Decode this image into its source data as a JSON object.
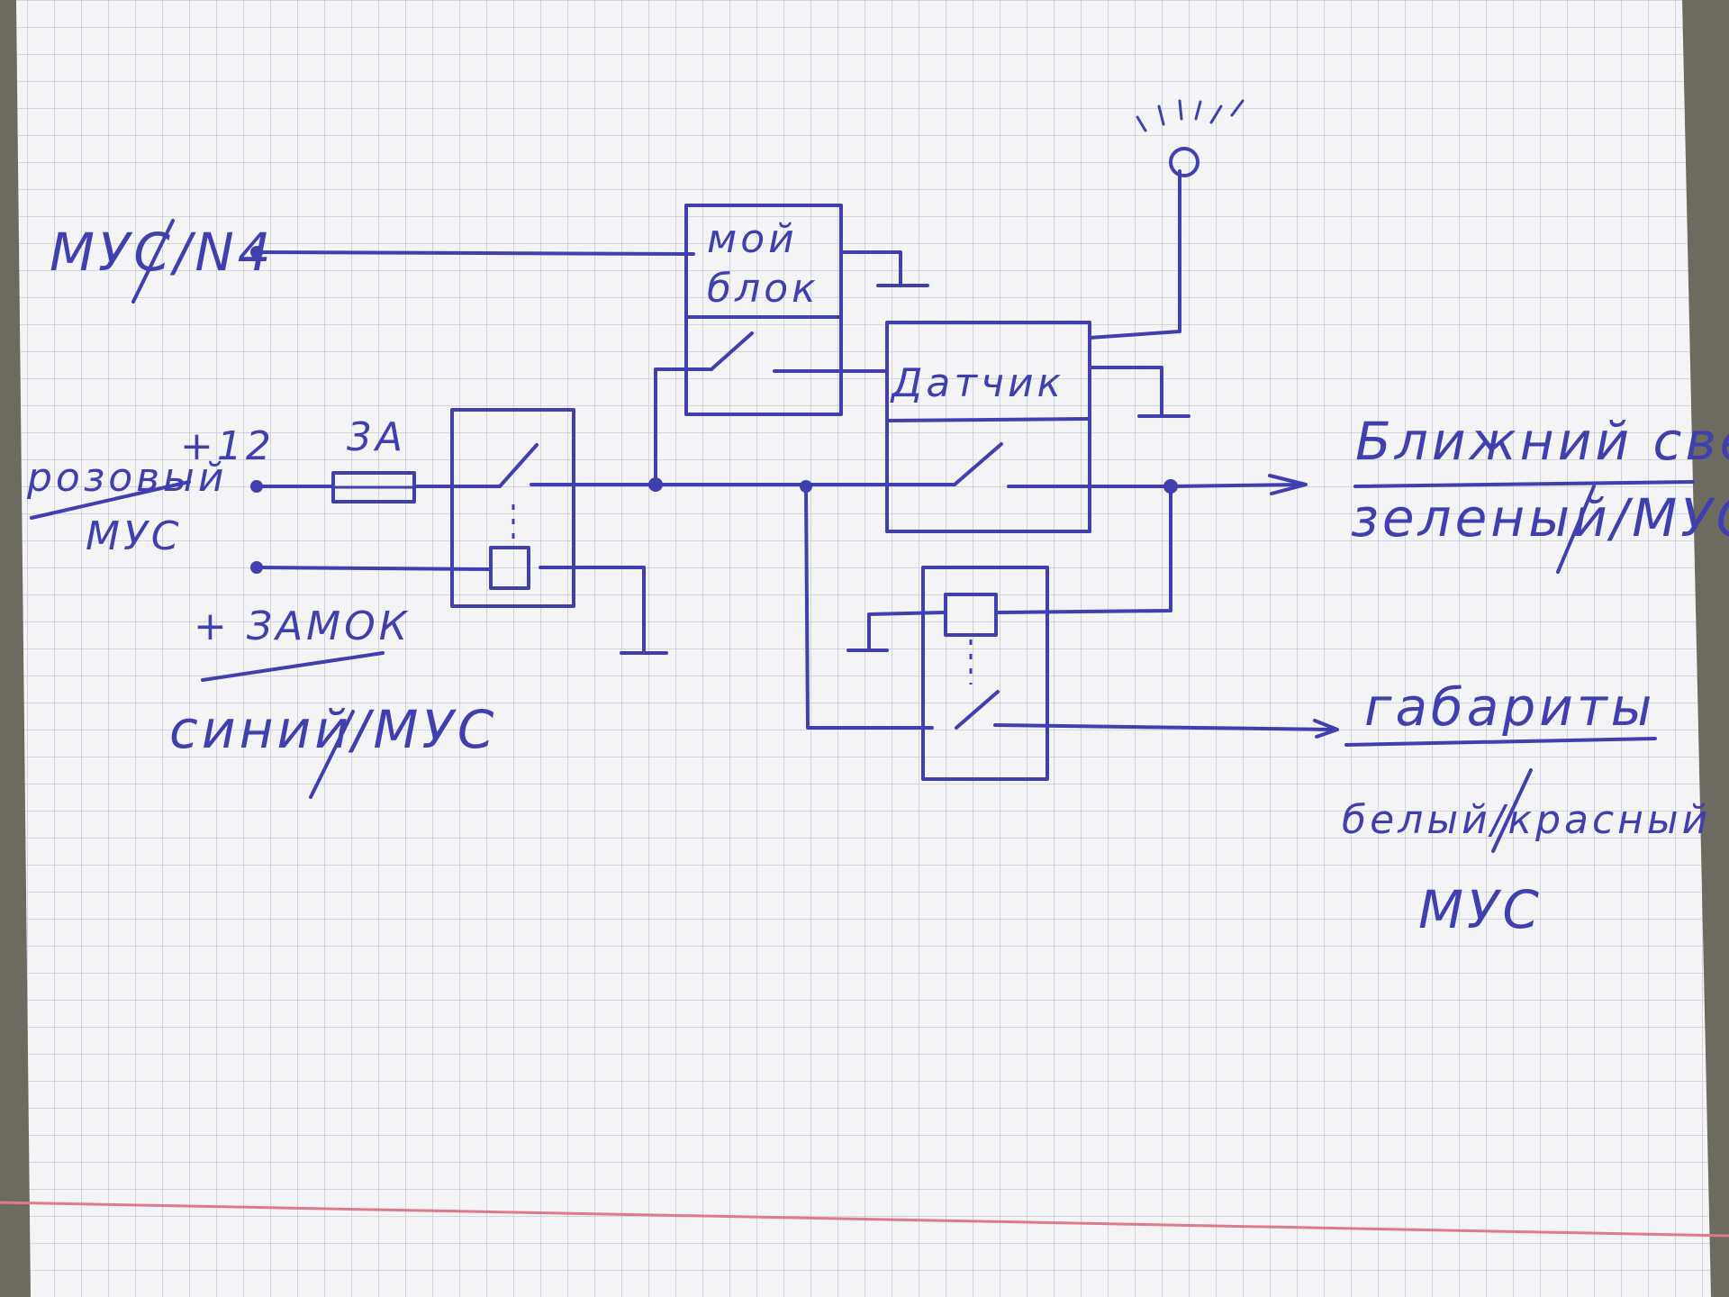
{
  "labels": {
    "mus_n4": "МУС/N4",
    "pink": "розовый",
    "plus12": "+12",
    "mus_pink": "МУС",
    "fuse": "3А",
    "plus_lock": "+ ЗАМОК",
    "blue_mus": "синий/МУС",
    "my_block_1": "мой",
    "my_block_2": "блок",
    "sensor": "Датчик",
    "low_beam": "Ближний свет",
    "green_mus": "зеленый/МУС",
    "parking": "габариты",
    "white_red": "белый/красный",
    "mus_bottom": "МУС"
  },
  "colors": {
    "ink": "#3f3fb0",
    "paper": "#f4f4f6",
    "grid": "#c9cbd6",
    "margin_line": "#e07a8a"
  }
}
